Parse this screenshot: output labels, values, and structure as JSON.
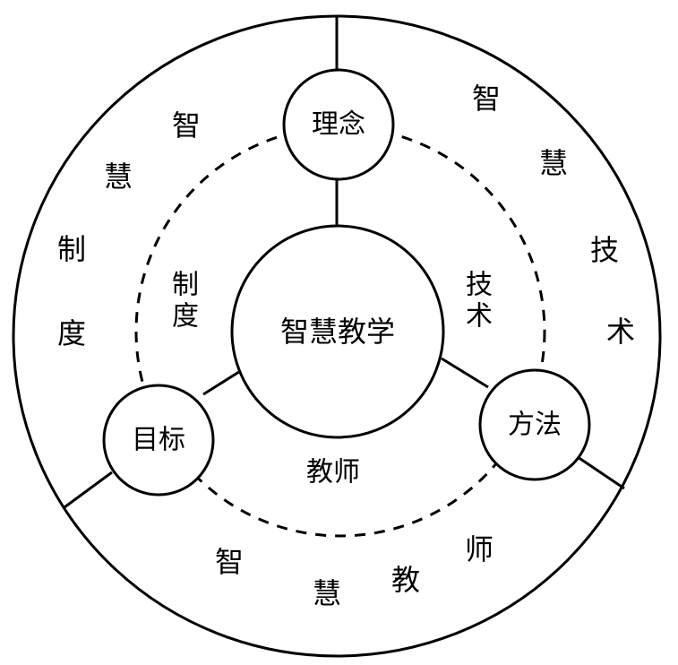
{
  "center": {
    "text": "智慧教学"
  },
  "nodes": {
    "top": "理念",
    "left": "目标",
    "right": "方法"
  },
  "inner_labels": {
    "left": [
      "制",
      "度"
    ],
    "right": [
      "技",
      "术"
    ],
    "bottom": "教师"
  },
  "outer_labels": {
    "left": [
      "智",
      "慧",
      "制",
      "度"
    ],
    "right": [
      "智",
      "慧",
      "技",
      "术"
    ],
    "bottom": [
      "智",
      "慧",
      "教",
      "师"
    ]
  }
}
